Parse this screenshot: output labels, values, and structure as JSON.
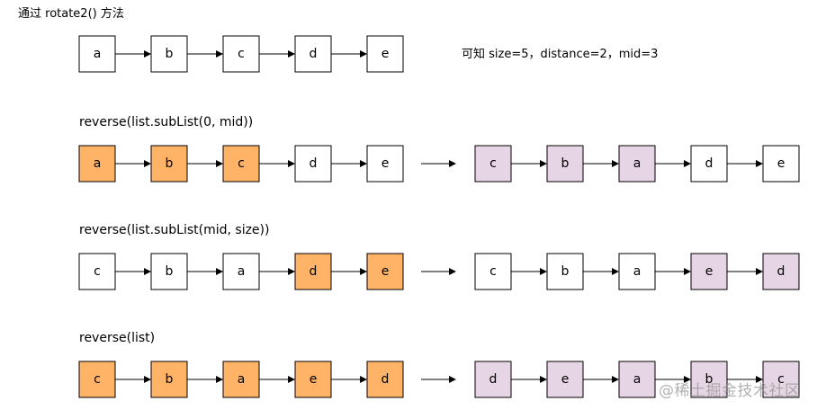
{
  "title": "通过 rotate2() 方法",
  "note": "可知 size=5，distance=2，mid=3",
  "colors": {
    "highlight": "#ffb367",
    "result": "#e6d5e4",
    "plain": "#ffffff"
  },
  "rows": [
    {
      "label": "",
      "left": [
        {
          "v": "a",
          "s": "plain"
        },
        {
          "v": "b",
          "s": "plain"
        },
        {
          "v": "c",
          "s": "plain"
        },
        {
          "v": "d",
          "s": "plain"
        },
        {
          "v": "e",
          "s": "plain"
        }
      ],
      "right": []
    },
    {
      "label": "reverse(list.subList(0, mid))",
      "left": [
        {
          "v": "a",
          "s": "highlight"
        },
        {
          "v": "b",
          "s": "highlight"
        },
        {
          "v": "c",
          "s": "highlight"
        },
        {
          "v": "d",
          "s": "plain"
        },
        {
          "v": "e",
          "s": "plain"
        }
      ],
      "right": [
        {
          "v": "c",
          "s": "result"
        },
        {
          "v": "b",
          "s": "result"
        },
        {
          "v": "a",
          "s": "result"
        },
        {
          "v": "d",
          "s": "plain"
        },
        {
          "v": "e",
          "s": "plain"
        }
      ]
    },
    {
      "label": "reverse(list.subList(mid, size))",
      "left": [
        {
          "v": "c",
          "s": "plain"
        },
        {
          "v": "b",
          "s": "plain"
        },
        {
          "v": "a",
          "s": "plain"
        },
        {
          "v": "d",
          "s": "highlight"
        },
        {
          "v": "e",
          "s": "highlight"
        }
      ],
      "right": [
        {
          "v": "c",
          "s": "plain"
        },
        {
          "v": "b",
          "s": "plain"
        },
        {
          "v": "a",
          "s": "plain"
        },
        {
          "v": "e",
          "s": "result"
        },
        {
          "v": "d",
          "s": "result"
        }
      ]
    },
    {
      "label": "reverse(list)",
      "left": [
        {
          "v": "c",
          "s": "highlight"
        },
        {
          "v": "b",
          "s": "highlight"
        },
        {
          "v": "a",
          "s": "highlight"
        },
        {
          "v": "e",
          "s": "highlight"
        },
        {
          "v": "d",
          "s": "highlight"
        }
      ],
      "right": [
        {
          "v": "d",
          "s": "result"
        },
        {
          "v": "e",
          "s": "result"
        },
        {
          "v": "a",
          "s": "result"
        },
        {
          "v": "b",
          "s": "result"
        },
        {
          "v": "c",
          "s": "result"
        }
      ]
    }
  ],
  "watermark": "@稀土掘金技术社区"
}
